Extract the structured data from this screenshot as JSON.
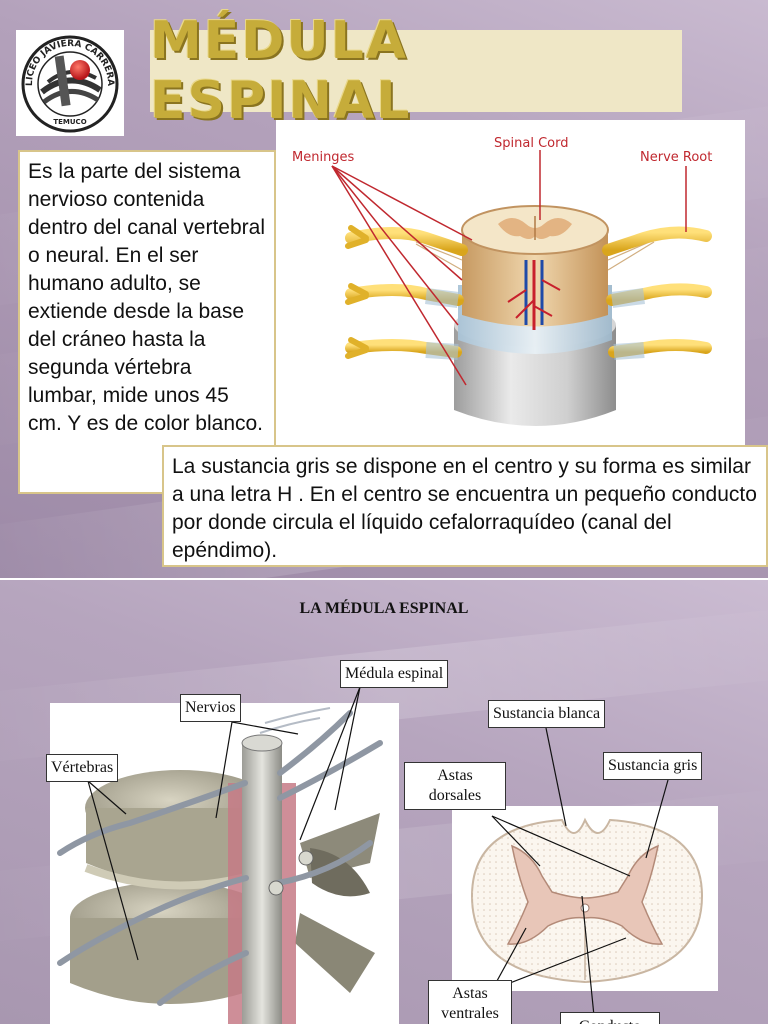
{
  "slide1": {
    "title": "MÉDULA ESPINAL",
    "logo": {
      "text_top": "LICEO JAVIERA CARRERA",
      "text_bottom": "TEMUCO"
    },
    "diagram_labels": {
      "meninges": "Meninges",
      "spinal_cord": "Spinal Cord",
      "nerve_root": "Nerve Root"
    },
    "paragraph1": "Es la parte del sistema nervioso contenida dentro del canal vertebral o neural. En el ser humano adulto, se extiende desde la base del cráneo hasta la segunda vértebra lumbar, mide unos 45 cm. Y es de color blanco.",
    "paragraph2": "La sustancia gris se dispone en el centro  y su forma es similar a una letra H . En el centro se encuentra un pequeño conducto por donde circula el líquido cefalorraquídeo (canal del epéndimo)."
  },
  "slide2": {
    "title": "LA MÉDULA ESPINAL",
    "labels": {
      "medula_espinal": "Médula espinal",
      "nervios": "Nervios",
      "vertebras": "Vértebras",
      "sustancia_blanca": "Sustancia blanca",
      "sustancia_gris": "Sustancia gris",
      "astas_dorsales_1": "Astas",
      "astas_dorsales_2": "dorsales",
      "astas_ventrales_1": "Astas",
      "astas_ventrales_2": "ventrales",
      "conducto": "Conducto"
    }
  },
  "colors": {
    "slide_bg": "#b3a1bb",
    "title_gold": "#c6ac3a",
    "title_bg": "#efe7c6",
    "box_border": "#d8c58a",
    "nerve_yellow": "#f2c230",
    "label_red": "#c0282f"
  }
}
